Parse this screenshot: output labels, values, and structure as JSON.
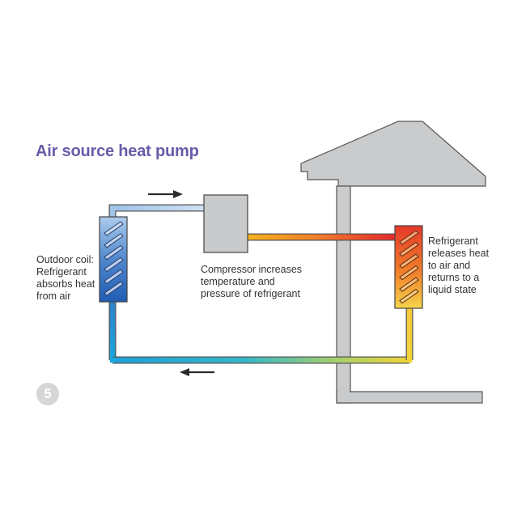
{
  "title": "Air source heat pump",
  "labels": {
    "outdoor_coil": "Outdoor coil:\nRefrigerant\nabsorbs heat\nfrom air",
    "compressor": "Compressor increases\ntemperature and\npressure of refrigerant",
    "indoor_coil": "Refrigerant\nreleases heat\nto air and\nreturns to a\nliquid state"
  },
  "step_number": "5",
  "colors": {
    "title": "#6b5aa8",
    "cold": "#1e88c8",
    "hot": "#e8302a",
    "house": "#c9cbcd",
    "compressor": "#c8cacc"
  }
}
